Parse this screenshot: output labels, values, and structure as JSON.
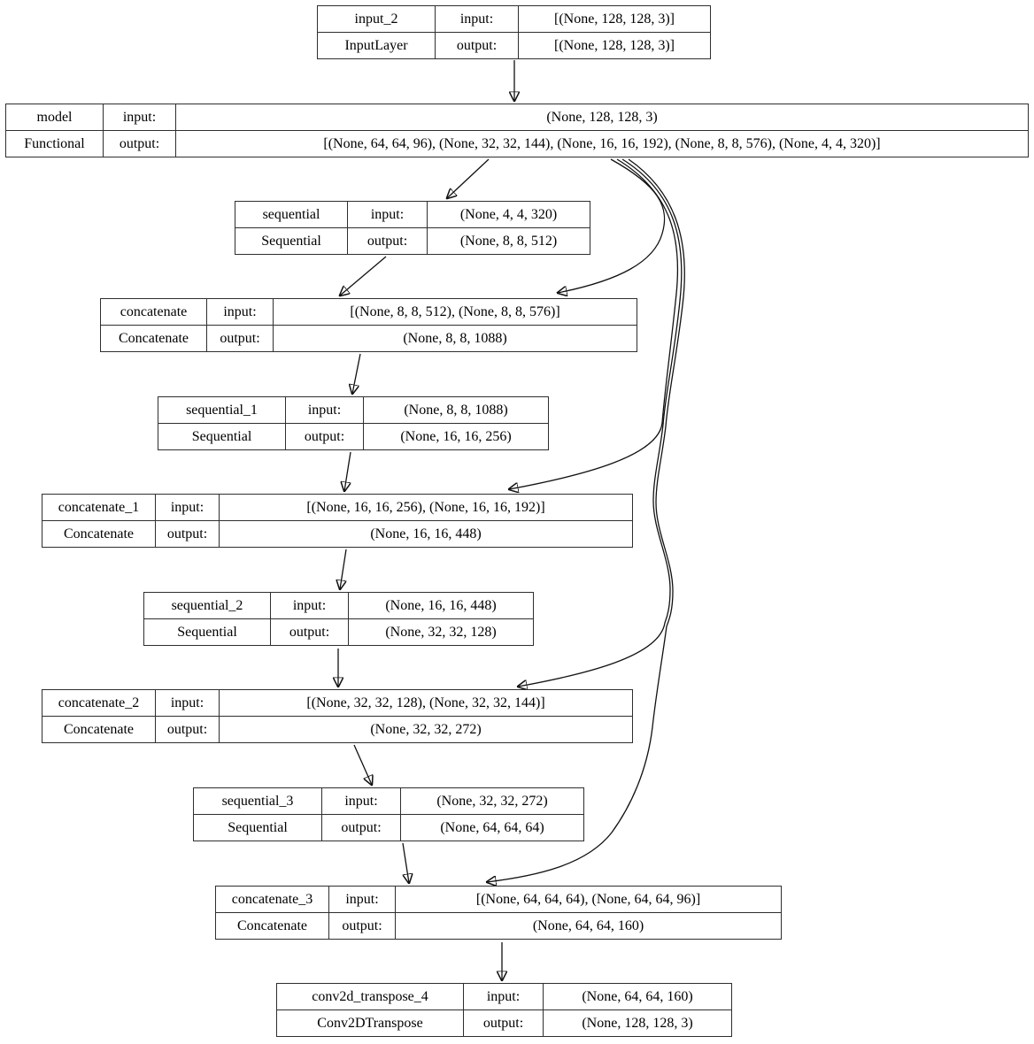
{
  "labels": {
    "input": "input:",
    "output": "output:"
  },
  "colors": {
    "background": "#ffffff",
    "node_border": "#2e2e2e",
    "edge": "#111111",
    "text": "#000000"
  },
  "nodes": [
    {
      "name": "input_2",
      "type": "InputLayer",
      "input": "[(None, 128, 128, 3)]",
      "output": "[(None, 128, 128, 3)]"
    },
    {
      "name": "model",
      "type": "Functional",
      "input": "(None, 128, 128, 3)",
      "output": "[(None, 64, 64, 96), (None, 32, 32, 144), (None, 16, 16, 192), (None, 8, 8, 576), (None, 4, 4, 320)]"
    },
    {
      "name": "sequential",
      "type": "Sequential",
      "input": "(None, 4, 4, 320)",
      "output": "(None, 8, 8, 512)"
    },
    {
      "name": "concatenate",
      "type": "Concatenate",
      "input": "[(None, 8, 8, 512), (None, 8, 8, 576)]",
      "output": "(None, 8, 8, 1088)"
    },
    {
      "name": "sequential_1",
      "type": "Sequential",
      "input": "(None, 8, 8, 1088)",
      "output": "(None, 16, 16, 256)"
    },
    {
      "name": "concatenate_1",
      "type": "Concatenate",
      "input": "[(None, 16, 16, 256), (None, 16, 16, 192)]",
      "output": "(None, 16, 16, 448)"
    },
    {
      "name": "sequential_2",
      "type": "Sequential",
      "input": "(None, 16, 16, 448)",
      "output": "(None, 32, 32, 128)"
    },
    {
      "name": "concatenate_2",
      "type": "Concatenate",
      "input": "[(None, 32, 32, 128), (None, 32, 32, 144)]",
      "output": "(None, 32, 32, 272)"
    },
    {
      "name": "sequential_3",
      "type": "Sequential",
      "input": "(None, 32, 32, 272)",
      "output": "(None, 64, 64, 64)"
    },
    {
      "name": "concatenate_3",
      "type": "Concatenate",
      "input": "[(None, 64, 64, 64), (None, 64, 64, 96)]",
      "output": "(None, 64, 64, 160)"
    },
    {
      "name": "conv2d_transpose_4",
      "type": "Conv2DTranspose",
      "input": "(None, 64, 64, 160)",
      "output": "(None, 128, 128, 3)"
    }
  ],
  "edges": [
    {
      "from": "input_2",
      "to": "model"
    },
    {
      "from": "model",
      "to": "sequential"
    },
    {
      "from": "model",
      "to": "concatenate"
    },
    {
      "from": "sequential",
      "to": "concatenate"
    },
    {
      "from": "concatenate",
      "to": "sequential_1"
    },
    {
      "from": "model",
      "to": "concatenate_1"
    },
    {
      "from": "sequential_1",
      "to": "concatenate_1"
    },
    {
      "from": "concatenate_1",
      "to": "sequential_2"
    },
    {
      "from": "model",
      "to": "concatenate_2"
    },
    {
      "from": "sequential_2",
      "to": "concatenate_2"
    },
    {
      "from": "concatenate_2",
      "to": "sequential_3"
    },
    {
      "from": "model",
      "to": "concatenate_3"
    },
    {
      "from": "sequential_3",
      "to": "concatenate_3"
    },
    {
      "from": "concatenate_3",
      "to": "conv2d_transpose_4"
    }
  ]
}
